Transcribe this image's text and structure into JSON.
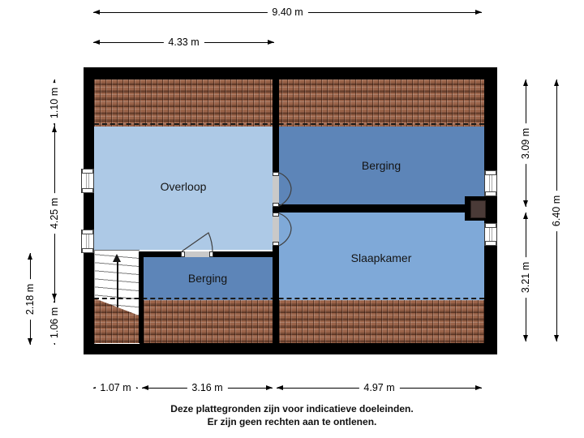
{
  "plan": {
    "rooms": {
      "overloop": {
        "label": "Overloop"
      },
      "berging_top": {
        "label": "Berging"
      },
      "slaapkamer": {
        "label": "Slaapkamer"
      },
      "berging_bottom": {
        "label": "Berging"
      }
    },
    "features": {
      "stairs": "staircase-with-up-arrow",
      "chimney": "chimney-block",
      "roof_slopes": "tiled-roof-bands-top-and-bottom",
      "windows": [
        "left-upper",
        "left-lower",
        "right-upper",
        "right-lower"
      ],
      "doors": [
        "overloop-to-berging-top",
        "overloop-to-slaapkamer",
        "overloop-to-berging-bottom"
      ]
    },
    "colors": {
      "wall": "#000000",
      "overloop": "#adc9e6",
      "berging": "#5d85b8",
      "slaapkamer": "#7fa9d8",
      "roof_tile": "#9a6349",
      "roof_tile_joint": "#4f2d1e",
      "chimney_flue": "#4a3a37",
      "door_frame": "#c9c9c9",
      "label_pill_bg": "#ffffff"
    }
  },
  "dimensions": {
    "top_total": {
      "label": "9.40 m",
      "meters": 9.4,
      "edge": "top"
    },
    "top_left": {
      "label": "4.33 m",
      "meters": 4.33,
      "edge": "top"
    },
    "left_upper": {
      "label": "1.10 m",
      "meters": 1.1,
      "edge": "left"
    },
    "left_middle": {
      "label": "4.25 m",
      "meters": 4.25,
      "edge": "left"
    },
    "left_lower": {
      "label": "1.06 m",
      "meters": 1.06,
      "edge": "left"
    },
    "left_outer": {
      "label": "2.18 m",
      "meters": 2.18,
      "edge": "left"
    },
    "right_upper": {
      "label": "3.09 m",
      "meters": 3.09,
      "edge": "right"
    },
    "right_lower": {
      "label": "3.21 m",
      "meters": 3.21,
      "edge": "right"
    },
    "right_outer": {
      "label": "6.40 m",
      "meters": 6.4,
      "edge": "right"
    },
    "bottom_left": {
      "label": "1.07 m",
      "meters": 1.07,
      "edge": "bottom"
    },
    "bottom_middle": {
      "label": "3.16 m",
      "meters": 3.16,
      "edge": "bottom"
    },
    "bottom_right": {
      "label": "4.97 m",
      "meters": 4.97,
      "edge": "bottom"
    }
  },
  "footer": {
    "line1": "Deze plattegronden zijn voor indicatieve doeleinden.",
    "line2": "Er zijn geen rechten aan te ontlenen."
  }
}
